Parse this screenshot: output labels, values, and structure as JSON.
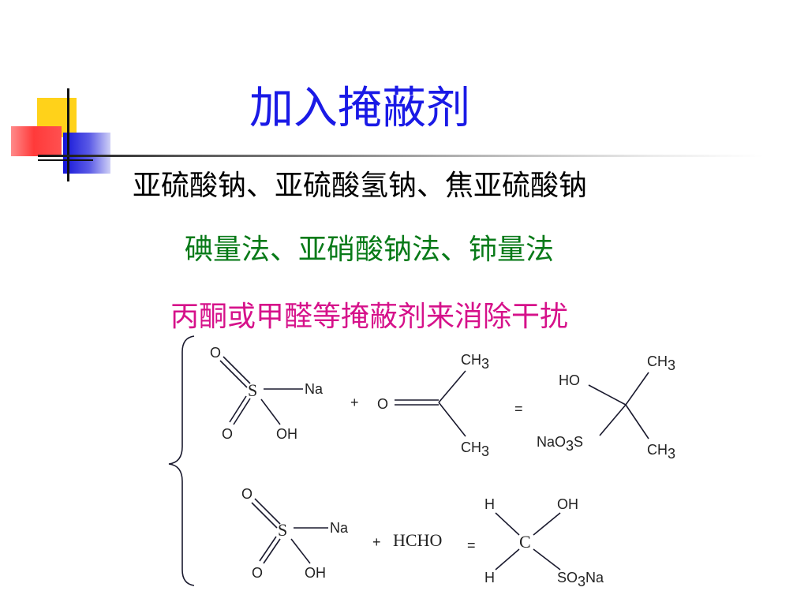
{
  "slide": {
    "title": "加入掩蔽剂",
    "lines": [
      "亚硫酸钠、亚硫酸氢钠、焦亚硫酸钠",
      "碘量法、亚硝酸钠法、铈量法",
      "丙酮或甲醛等掩蔽剂来消除干扰"
    ],
    "colors": {
      "title": "#1a1ae6",
      "line1": "#000000",
      "line2": "#087a18",
      "line3": "#d6118a"
    }
  },
  "reaction1": {
    "bisulfite": {
      "o_top": "O",
      "s": "S",
      "na": "Na",
      "o_bottom": "O",
      "oh": "OH"
    },
    "plus": "+",
    "acetone": {
      "ch3_top": "CH",
      "ch3_top_sub": "3",
      "o": "O",
      "ch3_bottom": "CH",
      "ch3_bottom_sub": "3"
    },
    "equals": "=",
    "product": {
      "ch3_top": "CH",
      "ch3_top_sub": "3",
      "ho": "HO",
      "nao3s_a": "NaO",
      "nao3s_sub": "3",
      "nao3s_b": "S",
      "ch3_bottom": "CH",
      "ch3_bottom_sub": "3"
    }
  },
  "reaction2": {
    "bisulfite": {
      "o_top": "O",
      "s": "S",
      "na": "Na",
      "o_bottom": "O",
      "oh": "OH"
    },
    "plus": "+",
    "hcho": "HCHO",
    "equals": "=",
    "product": {
      "h_top": "H",
      "oh": "OH",
      "c": "C",
      "h_bottom": "H",
      "so3na_a": "SO",
      "so3na_sub": "3",
      "so3na_b": "Na"
    }
  }
}
